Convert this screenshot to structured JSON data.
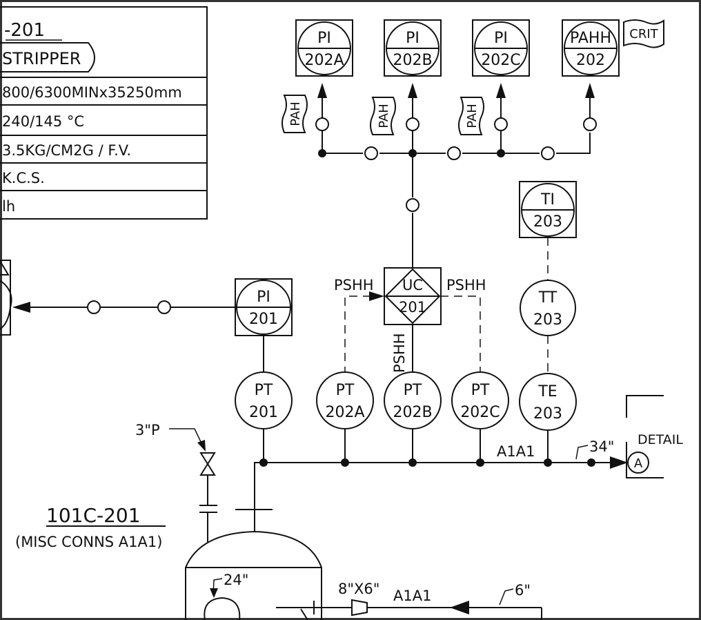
{
  "title_block": {
    "tag": "-201",
    "name": "STRIPPER",
    "rows": [
      "800/6300MINx35250mm",
      "240/145 °C",
      "3.5KG/CM2G / F.V.",
      "K.C.S.",
      "lh"
    ]
  },
  "instruments": {
    "pi_202a": {
      "func": "PI",
      "num": "202A"
    },
    "pi_202b": {
      "func": "PI",
      "num": "202B"
    },
    "pi_202c": {
      "func": "PI",
      "num": "202C"
    },
    "pahh_202": {
      "func": "PAHH",
      "num": "202"
    },
    "ti_203": {
      "func": "TI",
      "num": "203"
    },
    "pi_201": {
      "func": "PI",
      "num": "201"
    },
    "uc_201": {
      "func": "UC",
      "num": "201"
    },
    "tt_203": {
      "func": "TT",
      "num": "203"
    },
    "pt_201": {
      "func": "PT",
      "num": "201"
    },
    "pt_202a": {
      "func": "PT",
      "num": "202A"
    },
    "pt_202b": {
      "func": "PT",
      "num": "202B"
    },
    "pt_202c": {
      "func": "PT",
      "num": "202C"
    },
    "te_203": {
      "func": "TE",
      "num": "203"
    }
  },
  "labels": {
    "crit": "CRIT",
    "pah": "PAH",
    "pshh": "PSHH",
    "three_p": "3\"P",
    "a1a1": "A1A1",
    "size_34": "34\"",
    "detail": "DETAIL",
    "detail_letter": "A",
    "vessel_tag": "101C-201",
    "vessel_note": "(MISC CONNS A1A1)",
    "size_24": "24\"",
    "reducer": "8\"X6\"",
    "size_6": "6\""
  }
}
